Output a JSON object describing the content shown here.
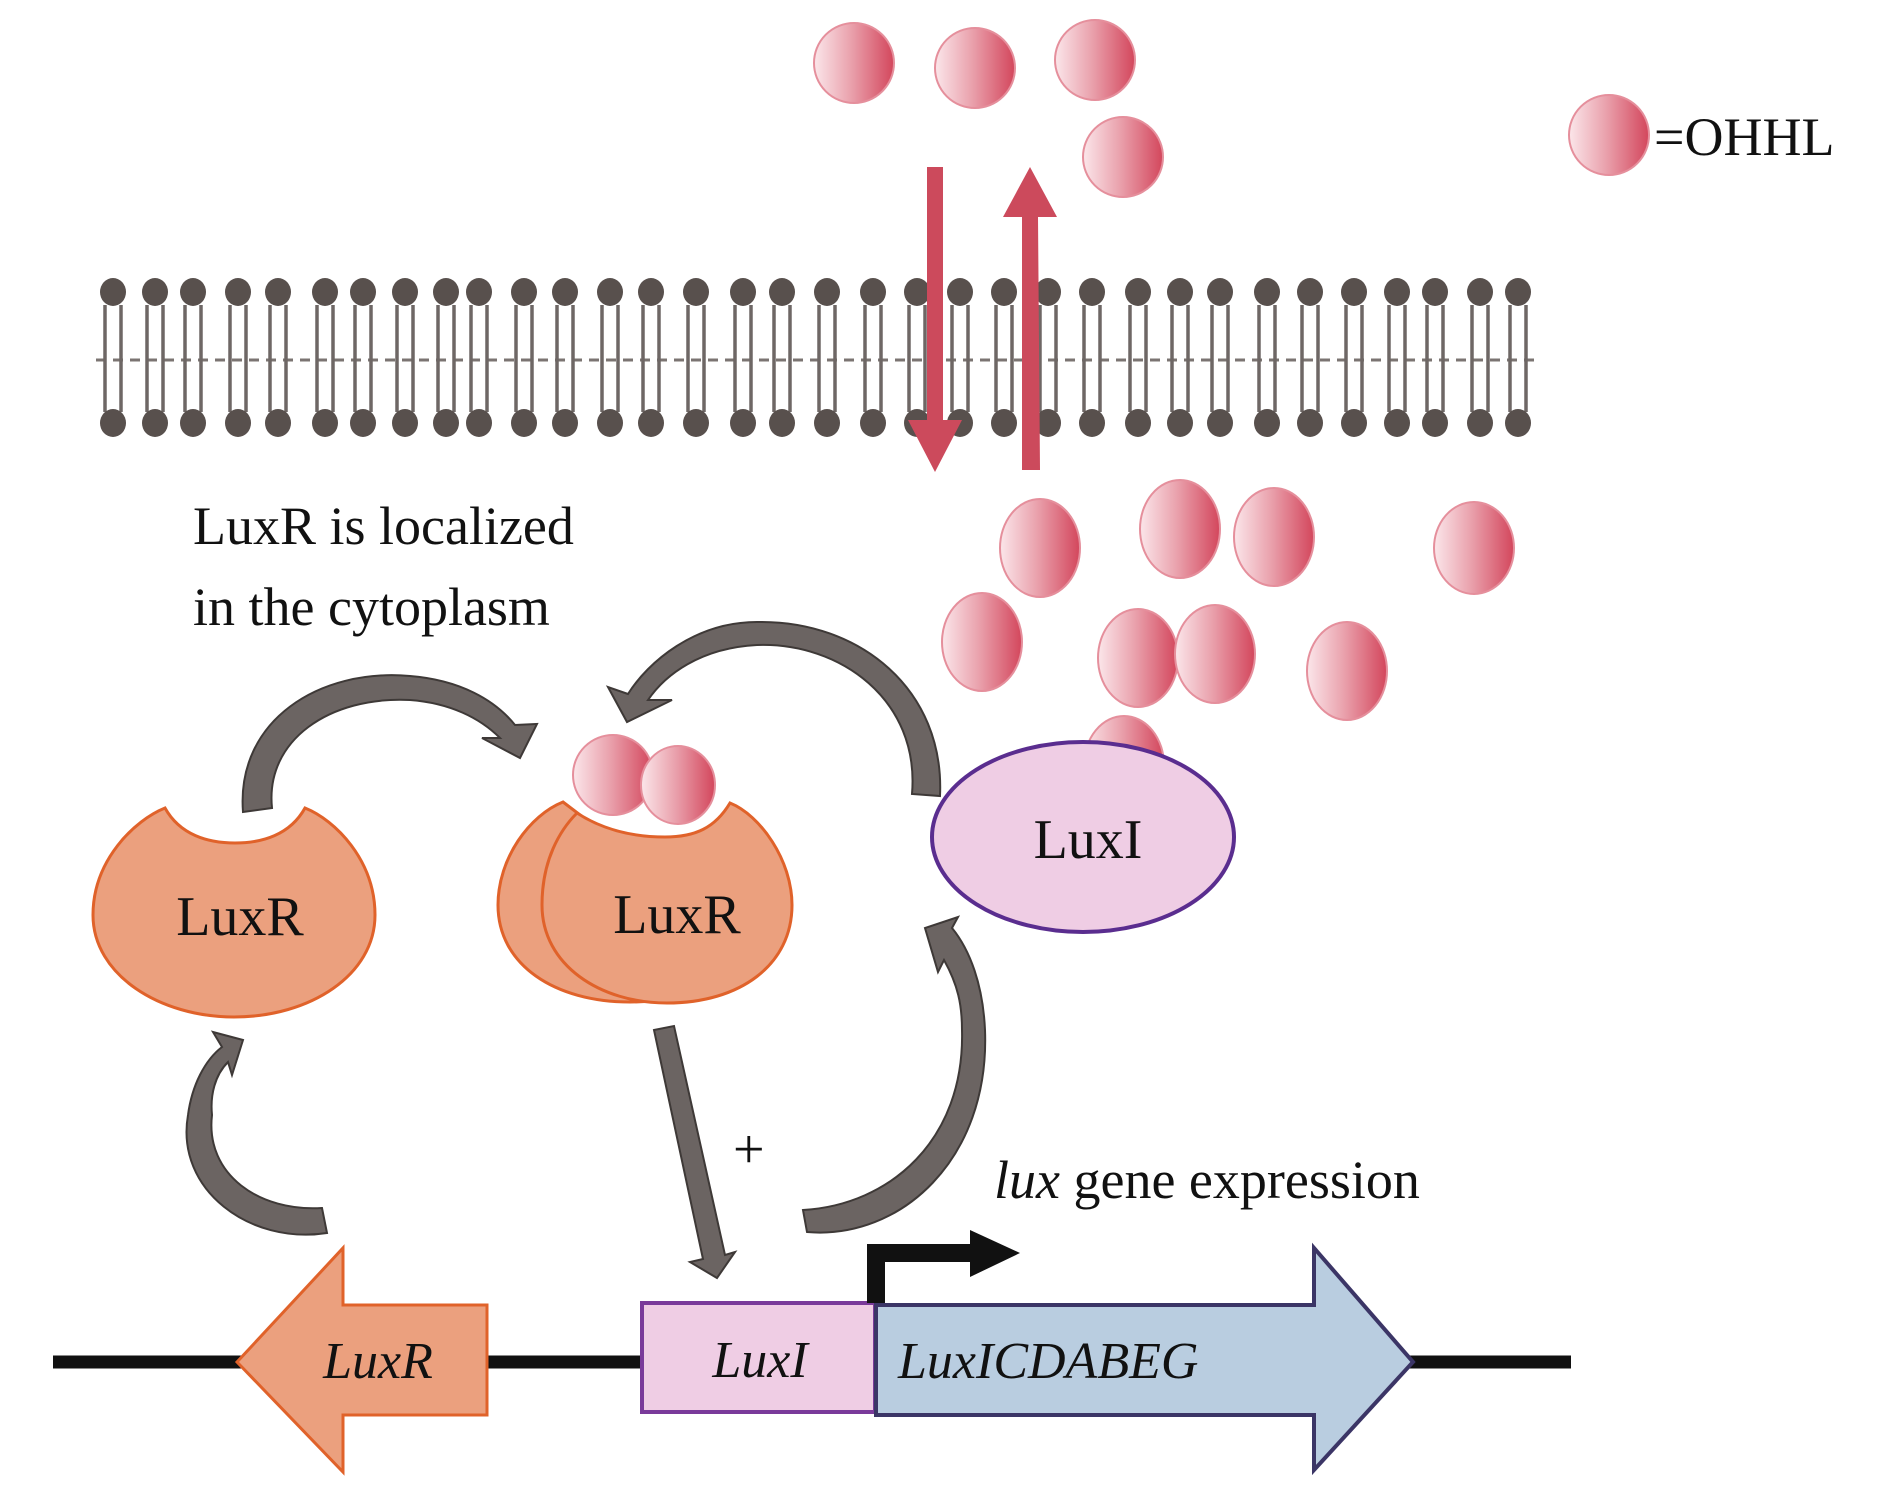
{
  "legend": {
    "symbol": "ohhl-molecule",
    "label": "=OHHL"
  },
  "caption": {
    "line1": "LuxR is localized",
    "line2": "in the cytoplasm"
  },
  "proteins": {
    "luxr_free": "LuxR",
    "luxr_bound": "LuxR",
    "luxi": "LuxI"
  },
  "genes": {
    "luxr": "LuxR",
    "luxi": "LuxI",
    "operon": "LuxICDABEG"
  },
  "expression_label": {
    "italic": "lux",
    "rest": " gene expression"
  },
  "activation_sign": "+",
  "colors": {
    "ohhl": "#d9485f",
    "luxr": "#eba07e",
    "luxr_border": "#e0622a",
    "luxi": "#efcde4",
    "luxi_border": "#5a2d8f",
    "operon": "#b9cde0",
    "operon_border": "#3b3566",
    "membrane_head": "#58504d",
    "arrow_gray": "#6b6462",
    "arrow_red": "#cc4a5c"
  },
  "molecule_counts": {
    "extracellular": 4,
    "intracellular": 9,
    "bound_to_luxr": 2
  }
}
